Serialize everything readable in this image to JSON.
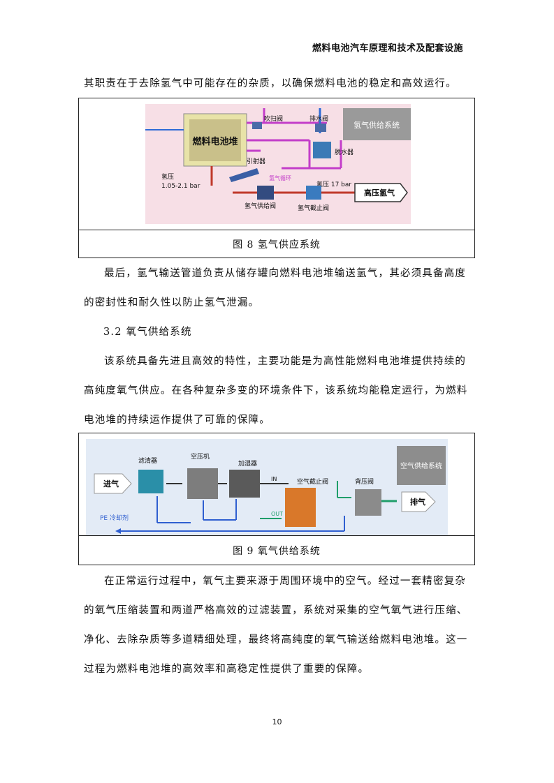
{
  "header": {
    "title": "燃料电池汽车原理和技术及配套设施"
  },
  "paragraphs": {
    "p1": "其职责在于去除氢气中可能存在的杂质，以确保燃料电池的稳定和高效运行。",
    "p2a": "最后，氢气输送管道负责从储存罐向燃料电池堆输送氢气，其必须具备高度",
    "p2b": "的密封性和耐久性以防止氢气泄漏。",
    "heading": "3.2 氧气供给系统",
    "p3a": "该系统具备先进且高效的特性，主要功能是为高性能燃料电池堆提供持续的",
    "p3b": "高纯度氧气供应。在各种复杂多变的环境条件下，该系统均能稳定运行，为燃料",
    "p3c": "电池堆的持续运作提供了可靠的保障。",
    "p4a": "在正常运行过程中，氧气主要来源于周围环境中的空气。经过一套精密复杂",
    "p4b": "的氧气压缩装置和两道严格高效的过滤装置，系统对采集的空气氧气进行压缩、",
    "p4c": "净化、去除杂质等多道精细处理，最终将高纯度的氧气输送给燃料电池堆。这一",
    "p4d": "过程为燃料电池堆的高效率和高稳定性提供了重要的保障。"
  },
  "figure8": {
    "caption": "图 8  氢气供应系统",
    "labels": {
      "system_title": "氢气供给系统",
      "stack": "燃料电池堆",
      "purge_valve": "吹扫阀",
      "drain_valve": "排水阀",
      "dehumidifier": "脱水器",
      "ejector": "引射器",
      "recirculation": "氢气循环",
      "pressure_label": "氢压",
      "pressure_range": "1.05-2.1 bar",
      "high_pressure": "氢压 17 bar",
      "supply_valve": "氢气供给阀",
      "cutoff_valve": "氢气截止阀",
      "hp_hydrogen": "高压氢气"
    },
    "colors": {
      "bg": "#f7dfe6",
      "pipe_purple": "#c33ec9",
      "pipe_red": "#c0392b",
      "pipe_blue": "#2e6bd6"
    }
  },
  "figure9": {
    "caption": "图 9  氧气供给系统",
    "labels": {
      "system_title": "空气供给系统",
      "inlet": "进气",
      "filter": "滤清器",
      "compressor": "空压机",
      "humidifier": "加湿器",
      "in": "IN",
      "out": "OUT",
      "cutoff_valve": "空气截止阀",
      "backpressure_valve": "背压阀",
      "exhaust": "排气",
      "coolant": "PE 冷却剂"
    },
    "colors": {
      "bg": "#e3ebf6",
      "pipe_green": "#1f9e6a",
      "pipe_blue": "#2f5fd0"
    }
  },
  "page_number": "10"
}
